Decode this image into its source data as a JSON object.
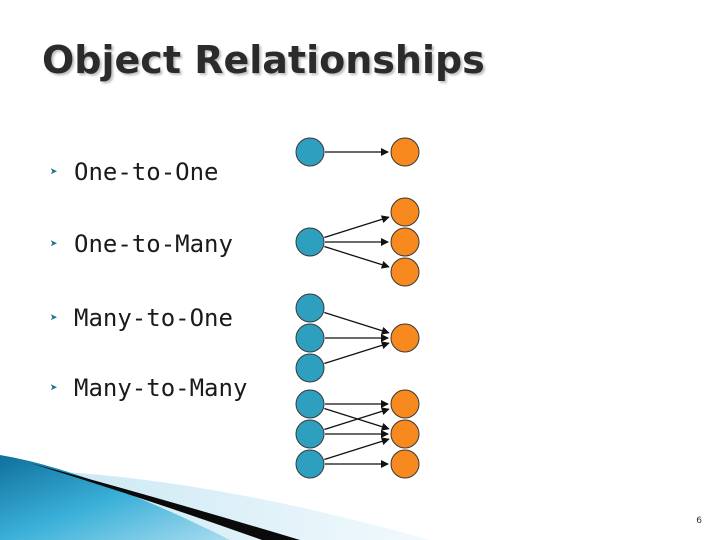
{
  "slide": {
    "title": "Object Relationships",
    "page_number": "6"
  },
  "bullets": [
    {
      "label": "One-to-One",
      "icon": "bullet-arrow-icon"
    },
    {
      "label": "One-to-Many",
      "icon": "bullet-arrow-icon"
    },
    {
      "label": "Many-to-One",
      "icon": "bullet-arrow-icon"
    },
    {
      "label": "Many-to-Many",
      "icon": "bullet-arrow-icon"
    }
  ],
  "colors": {
    "source_node": "#2f9fbf",
    "target_node": "#f7891e",
    "node_stroke": "#3a3a3a",
    "arrow": "#111111",
    "accent": "#1f6f95"
  }
}
